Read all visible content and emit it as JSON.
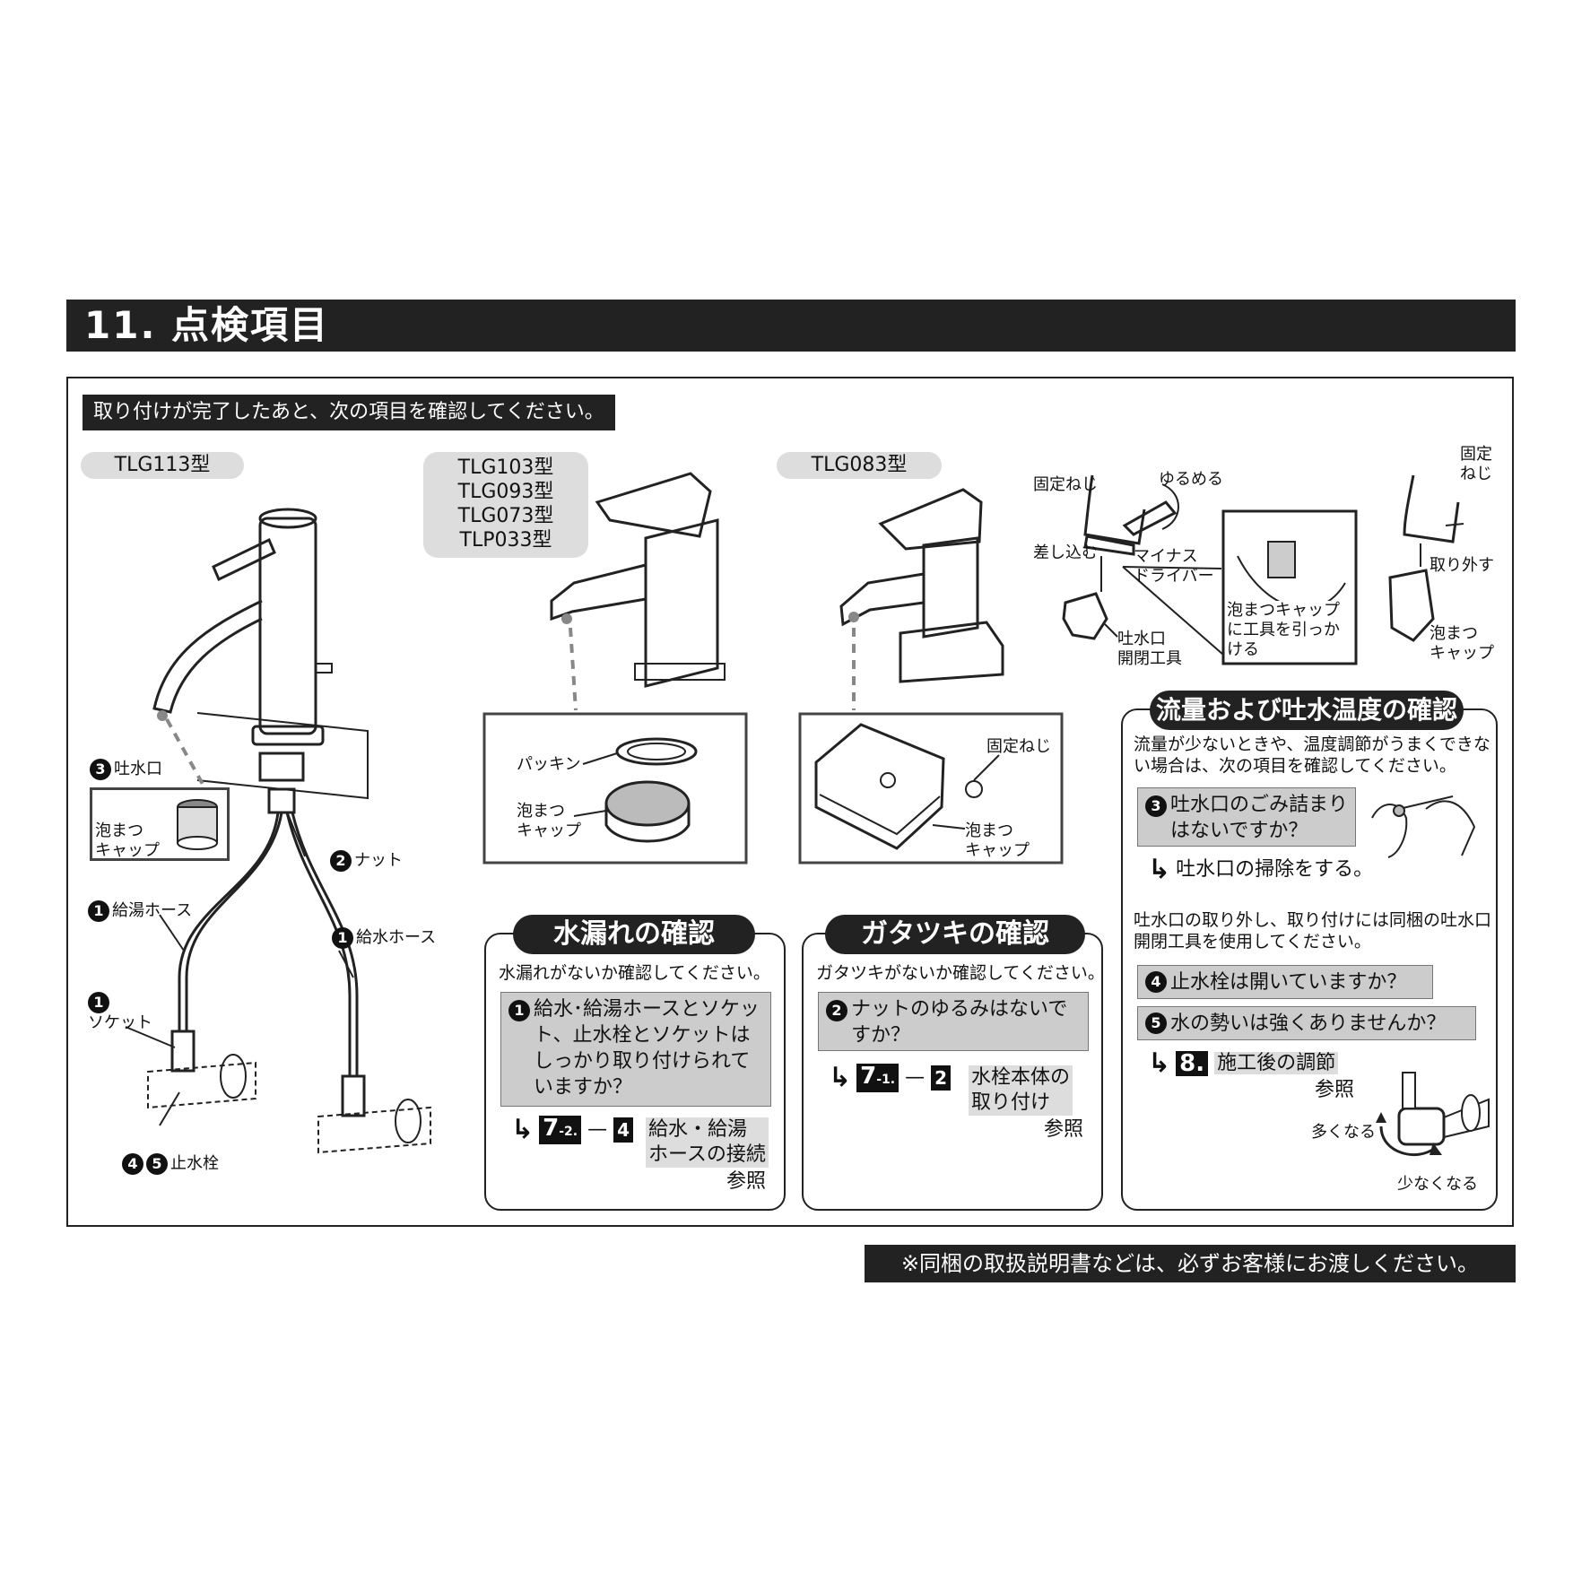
{
  "section_title": "11. 点検項目",
  "intro": "取り付けが完了したあと、次の項目を確認してください。",
  "models": {
    "tlg113": "TLG113型",
    "group1": [
      "TLG103型",
      "TLG093型",
      "TLG073型",
      "TLP033型"
    ],
    "tlg083": "TLG083型"
  },
  "left_labels": {
    "spout": {
      "num": "3",
      "text": "吐水口"
    },
    "aerator_cap": "泡まつ\nキャップ",
    "nut": {
      "num": "2",
      "text": "ナット"
    },
    "hot_hose": {
      "num": "1",
      "text": "給湯ホース"
    },
    "cold_hose": {
      "num": "1",
      "text": "給水ホース"
    },
    "socket": {
      "num": "1",
      "text": "ソケット"
    },
    "stop_valve": {
      "nums": [
        "4",
        "5"
      ],
      "text": "止水栓"
    }
  },
  "middle_labels": {
    "packing": "パッキン",
    "aerator_cap": "泡まつ\nキャップ",
    "fixing_screw": "固定ねじ",
    "aerator_cap2": "泡まつ\nキャップ"
  },
  "right_top_labels": {
    "fixing_screw": "固定ねじ",
    "loosen": "ゆるめる",
    "insert": "差し込む",
    "screwdriver": "マイナス\nドライバー",
    "tool": "吐水口\n開閉工具",
    "hook_tool": "泡まつキャップ\nに工具を引っか\nける",
    "fixing_screw2": "固定\nねじ",
    "remove": "取り外す",
    "aerator_cap": "泡まつ\nキャップ"
  },
  "panel_leak": {
    "title": "水漏れの確認",
    "desc": "水漏れがないか確認してください。",
    "q_num": "1",
    "question": "給水･給湯ホースとソケット、止水栓とソケットはしっかり取り付けられていますか？",
    "ref_num": "7",
    "ref_sub": "-2.",
    "ref_item": "4",
    "ref_text": "給水・給湯\nホースの接続",
    "ref_suffix": "参照"
  },
  "panel_wobble": {
    "title": "ガタツキの確認",
    "desc": "ガタツキがないか確認してください。",
    "q_num": "2",
    "question": "ナットのゆるみはないですか？",
    "ref_num": "7",
    "ref_sub": "-1.",
    "ref_item": "2",
    "ref_text": "水栓本体の\n取り付け",
    "ref_suffix": "参照"
  },
  "panel_flow": {
    "title": "流量および吐水温度の確認",
    "desc": "流量が少ないときや、温度調節がうまくできない場合は、次の項目を確認してください。",
    "q3_num": "3",
    "q3": "吐水口のごみ詰まりはないですか？",
    "a3": "吐水口の掃除をする。",
    "note": "吐水口の取り外し、取り付けには同梱の吐水口開閉工具を使用してください。",
    "q4_num": "4",
    "q4": "止水栓は開いていますか？",
    "q5_num": "5",
    "q5": "水の勢いは強くありませんか？",
    "ref_num": "8.",
    "ref_text": "施工後の調節",
    "ref_suffix": "参照",
    "more": "多くなる",
    "less": "少なくなる"
  },
  "footer_note": "※同梱の取扱説明書などは、必ずお客様にお渡しください。"
}
